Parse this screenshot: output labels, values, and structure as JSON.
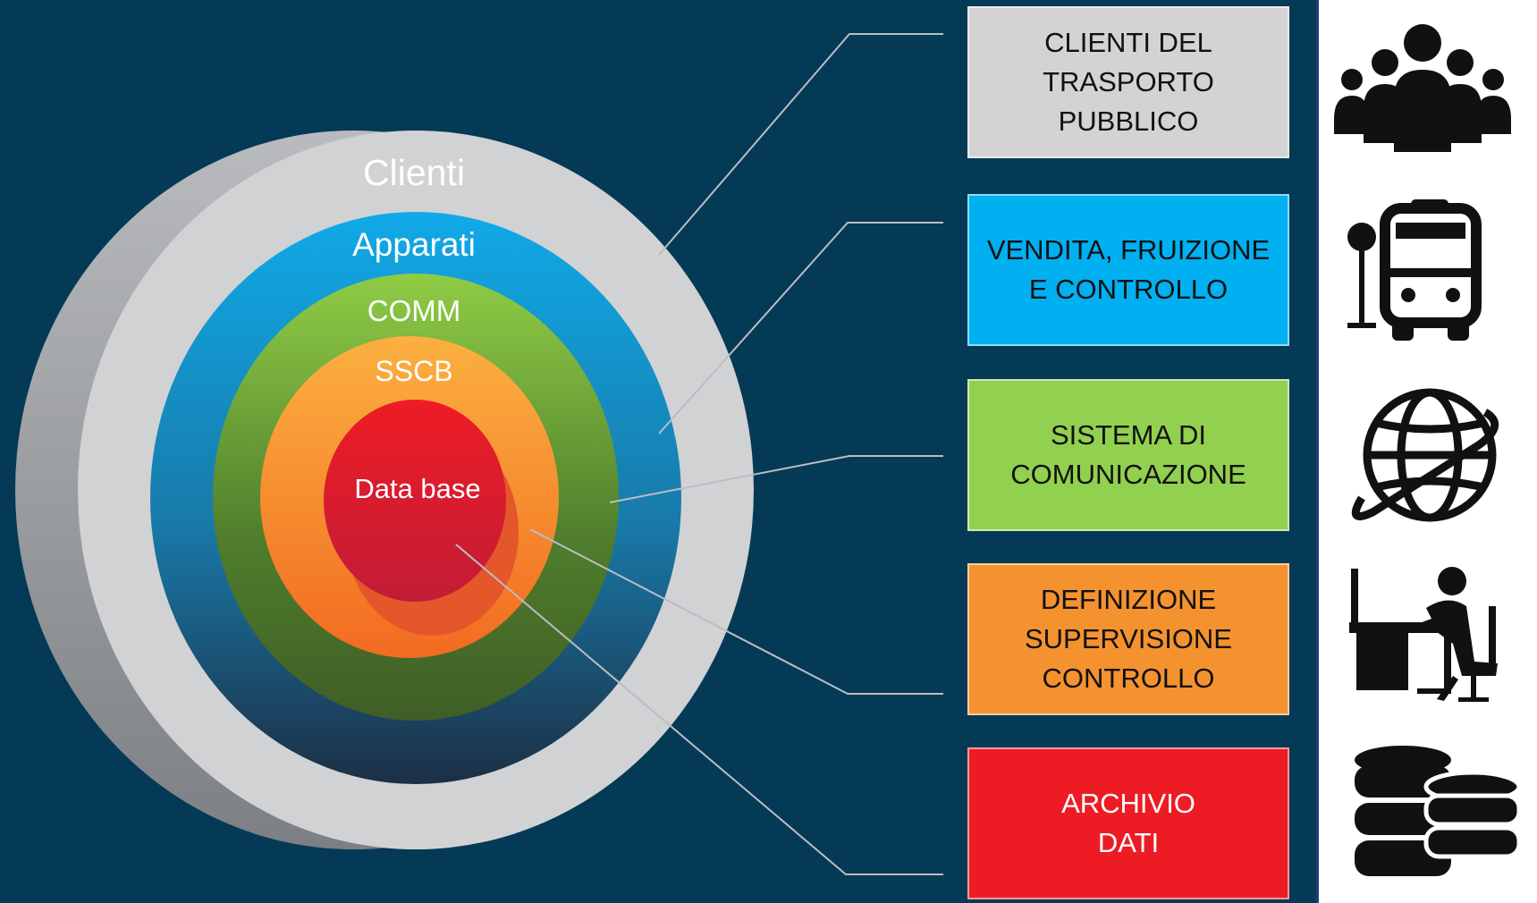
{
  "rings": [
    {
      "label": "Clienti",
      "color": "#d2d3d5"
    },
    {
      "label": "Apparati",
      "color": "#10a9e6"
    },
    {
      "label": "COMM",
      "color": "#8cc63f"
    },
    {
      "label": "SSCB",
      "color": "#f7941d"
    },
    {
      "label": "Data base",
      "color": "#ed1c24"
    }
  ],
  "boxes": [
    {
      "text": "CLIENTI DEL\nTRASPORTO\nPUBBLICO",
      "color": "#d3d3d3",
      "text_color": "#111111"
    },
    {
      "text": "VENDITA, FRUIZIONE\nE CONTROLLO",
      "color": "#00b0f0",
      "text_color": "#111111"
    },
    {
      "text": "SISTEMA DI\nCOMUNICAZIONE",
      "color": "#92d050",
      "text_color": "#111111"
    },
    {
      "text": "DEFINIZIONE\nSUPERVISIONE\nCONTROLLO",
      "color": "#f49230",
      "text_color": "#111111"
    },
    {
      "text": "ARCHIVIO\nDATI",
      "color": "#ed1c24",
      "text_color": "#ffffff"
    }
  ],
  "icons": [
    "people-group-icon",
    "bus-stop-icon",
    "globe-icon",
    "office-worker-icon",
    "database-icon"
  ],
  "background": "#043a55"
}
